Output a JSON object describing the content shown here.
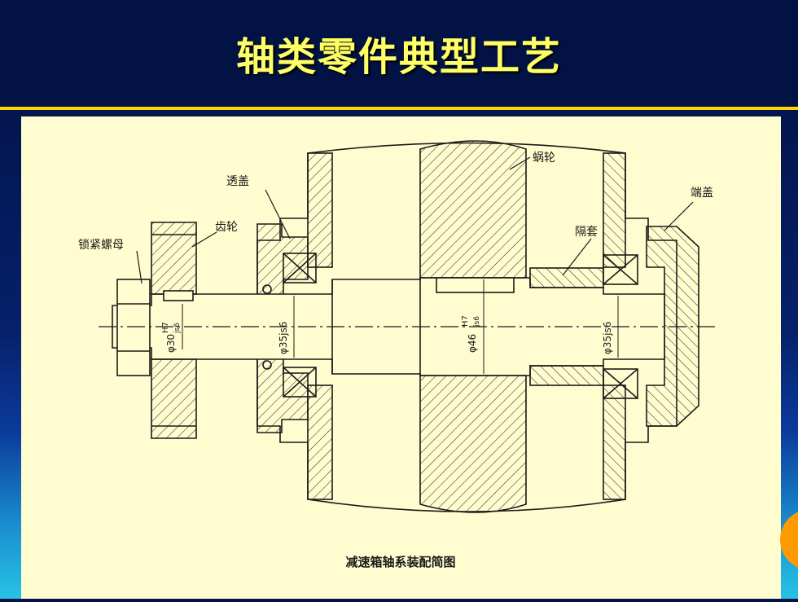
{
  "slide": {
    "title": "轴类零件典型工艺"
  },
  "diagram": {
    "caption": "减速箱轴系装配简图",
    "labels": {
      "worm_wheel": "蜗轮",
      "through_cover": "透盖",
      "end_cover": "端盖",
      "gear": "齿轮",
      "spacer": "隔套",
      "lock_nut": "锁紧螺母"
    },
    "dimensions": {
      "d30_prefix": "φ30",
      "fit_h7": "H7",
      "fit_js6": "js6",
      "d35_left": "φ35js6",
      "d46_prefix": "φ46",
      "d35_right": "φ35js6"
    }
  },
  "colors": {
    "title_text": "#ffff66",
    "rule": "#ffd200",
    "panel": "#fffccf",
    "ink": "#1a1a1a"
  }
}
